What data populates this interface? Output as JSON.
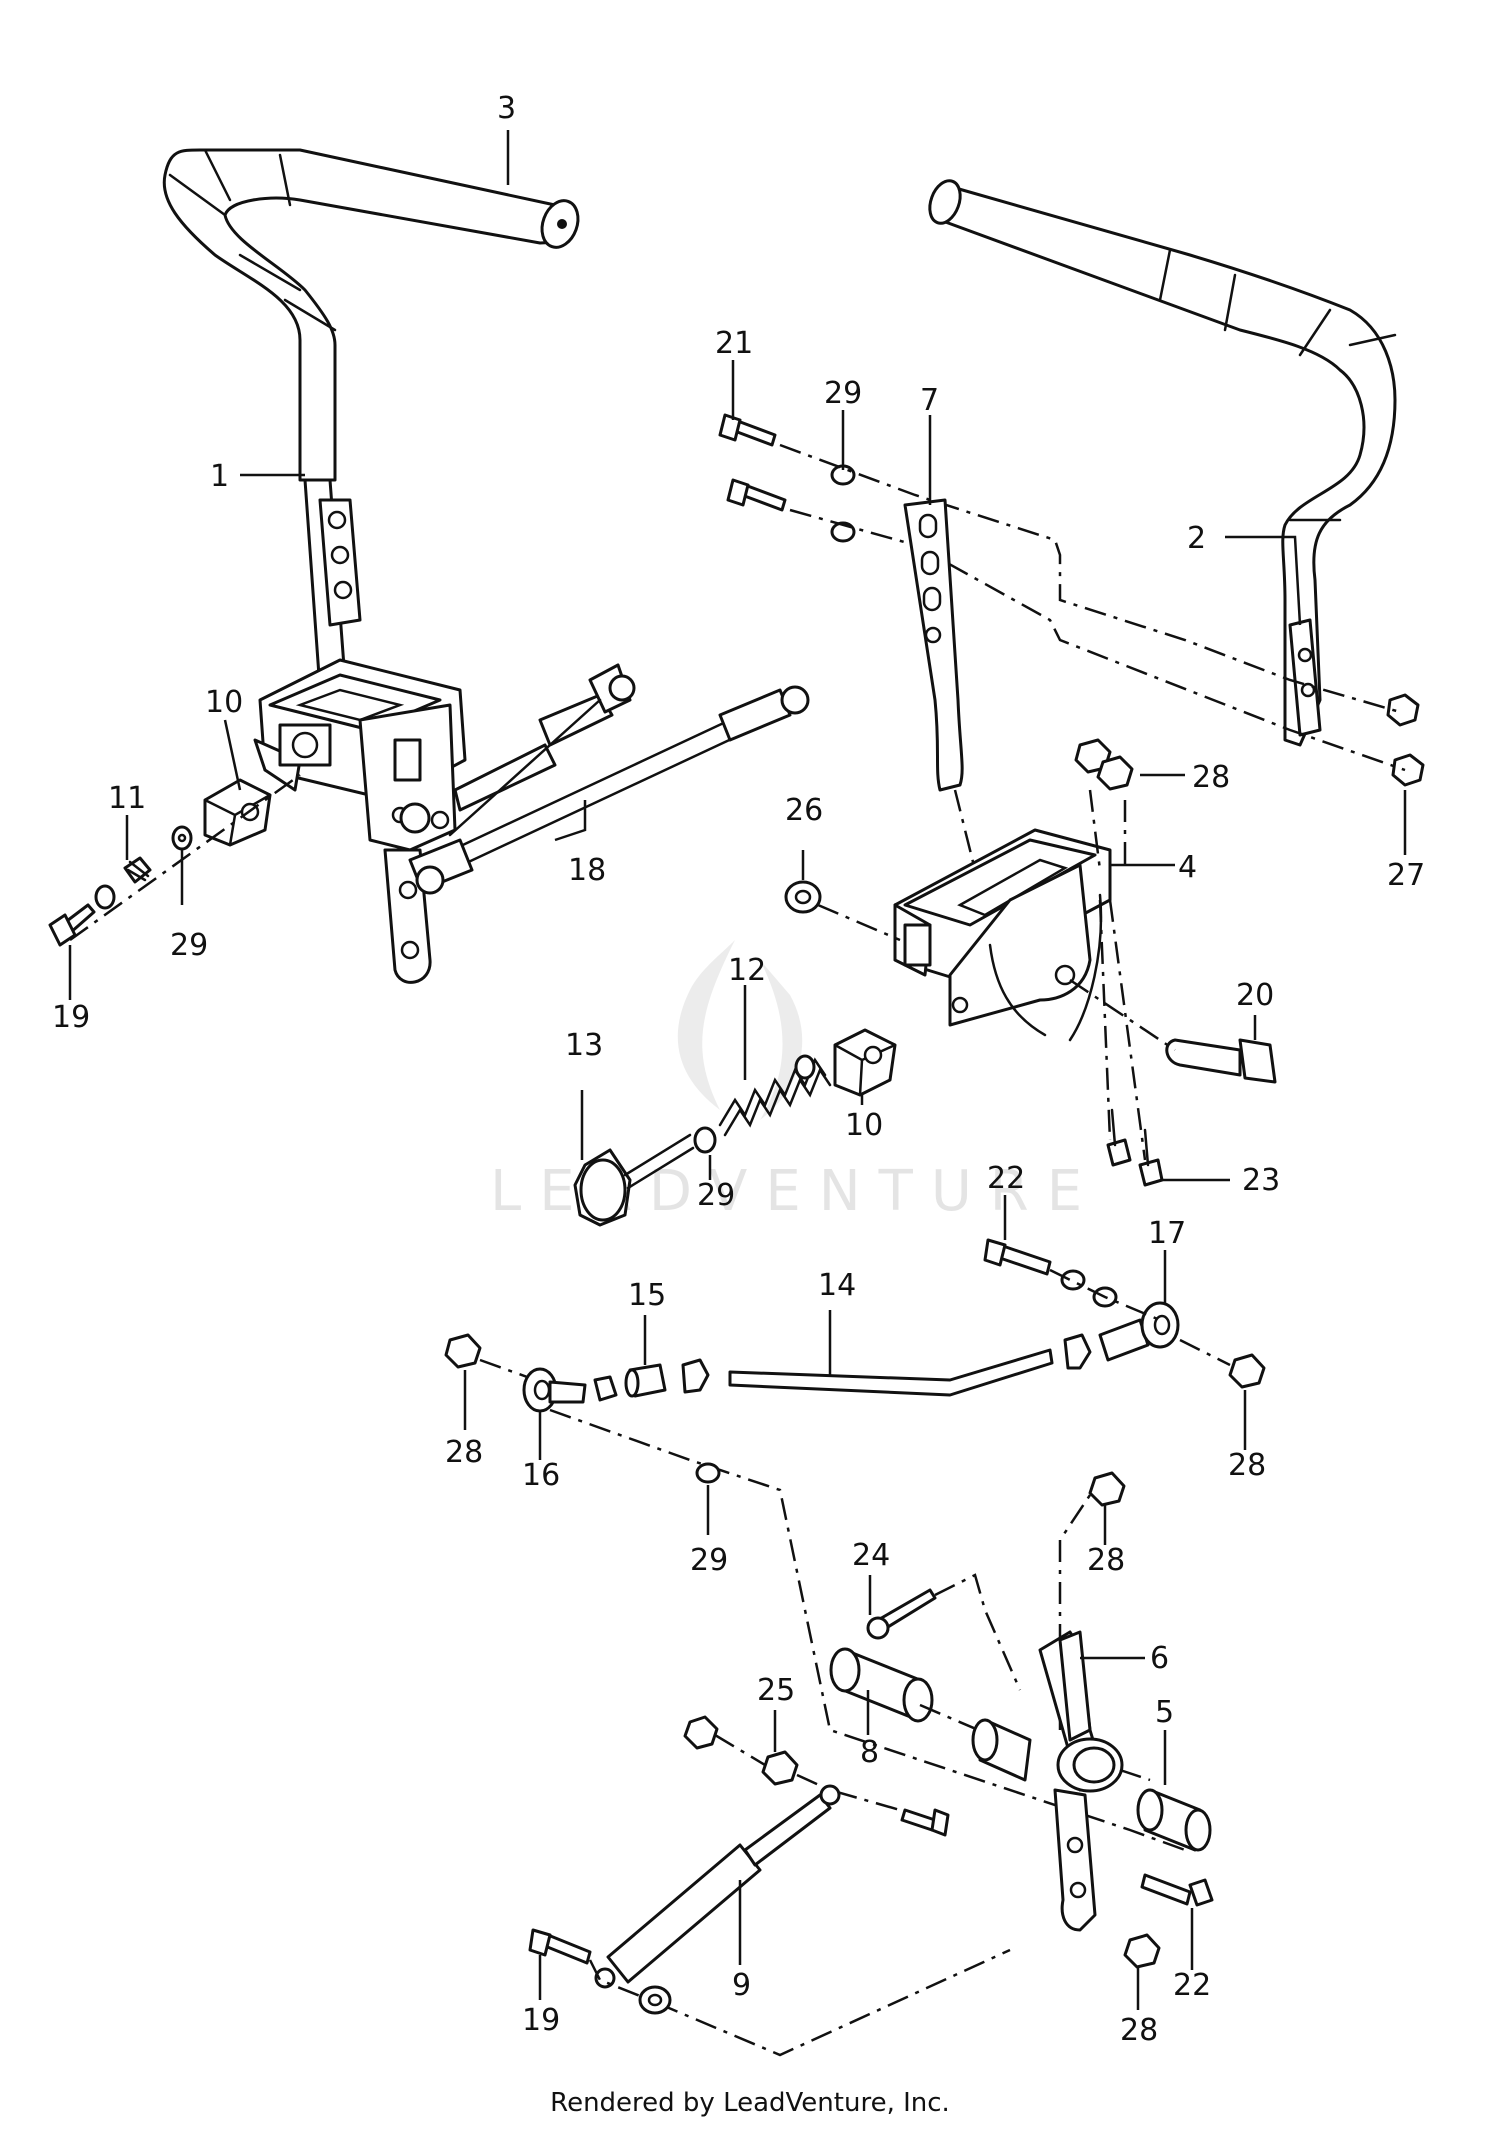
{
  "callouts": {
    "c1": "1",
    "c2": "2",
    "c3": "3",
    "c4": "4",
    "c5": "5",
    "c6": "6",
    "c7": "7",
    "c8": "8",
    "c9": "9",
    "c10a": "10",
    "c10b": "10",
    "c11": "11",
    "c12": "12",
    "c13": "13",
    "c14": "14",
    "c15": "15",
    "c16": "16",
    "c17": "17",
    "c18": "18",
    "c19a": "19",
    "c19b": "19",
    "c20": "20",
    "c21": "21",
    "c22a": "22",
    "c22b": "22",
    "c23": "23",
    "c24": "24",
    "c25": "25",
    "c26": "26",
    "c27": "27",
    "c28a": "28",
    "c28b": "28",
    "c28c": "28",
    "c28d": "28",
    "c28e": "28",
    "c29a": "29",
    "c29b": "29",
    "c29c": "29",
    "c29d": "29"
  },
  "watermark": {
    "text": "LEADVENTURE"
  },
  "footer": {
    "credit": "Rendered by LeadVenture, Inc."
  }
}
